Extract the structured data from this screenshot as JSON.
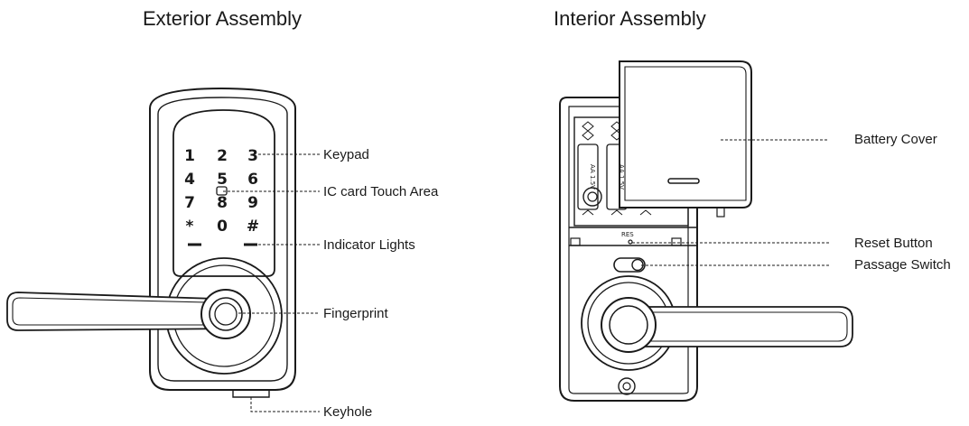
{
  "titles": {
    "exterior": "Exterior Assembly",
    "interior": "Interior Assembly"
  },
  "keypad_keys": [
    "1",
    "2",
    "3",
    "4",
    "5",
    "6",
    "7",
    "8",
    "9",
    "*",
    "0",
    "#"
  ],
  "exterior_callouts": {
    "keypad": "Keypad",
    "ic_card": "IC card Touch Area",
    "indicator": "Indicator Lights",
    "fingerprint": "Fingerprint",
    "keyhole": "Keyhole"
  },
  "interior_callouts": {
    "battery_cover": "Battery Cover",
    "reset_button": "Reset Button",
    "passage_switch": "Passage Switch"
  },
  "interior_labels": {
    "res": "RES",
    "battery_left": "AA 1.5V",
    "battery_right": "AA 1.5V"
  }
}
